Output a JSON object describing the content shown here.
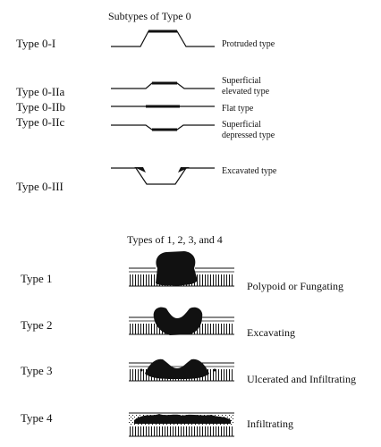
{
  "section0": {
    "title": "Subtypes of Type 0",
    "rows": [
      {
        "label": "Type 0-I",
        "desc1": "Protruded type",
        "desc2": ""
      },
      {
        "label": "Type 0-IIa",
        "desc1": "Superficial",
        "desc2": "elevated type"
      },
      {
        "label": "Type 0-IIb",
        "desc1": "Flat type",
        "desc2": ""
      },
      {
        "label": "Type 0-IIc",
        "desc1": "Superficial",
        "desc2": "depressed type"
      },
      {
        "label": "Type 0-III",
        "desc1": "Excavated type",
        "desc2": ""
      }
    ]
  },
  "section1": {
    "title": "Types of 1, 2, 3, and 4",
    "rows": [
      {
        "label": "Type 1",
        "desc": "Polypoid or Fungating"
      },
      {
        "label": "Type 2",
        "desc": "Excavating"
      },
      {
        "label": "Type 3",
        "desc": "Ulcerated and Infiltrating"
      },
      {
        "label": "Type 4",
        "desc": "Infiltrating"
      }
    ]
  }
}
